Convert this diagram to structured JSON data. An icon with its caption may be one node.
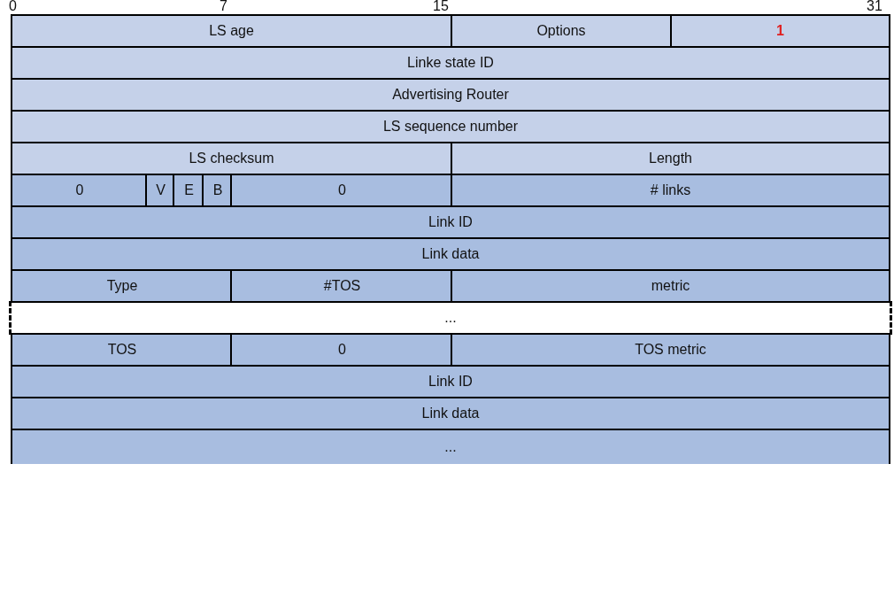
{
  "diagram": {
    "nodes": [
      {
        "text": [
          "LS age"
        ]
      },
      {
        "text": [
          "Options"
        ]
      },
      {
        "text": [
          "1"
        ]
      },
      {
        "text": [
          "Linke state ID"
        ]
      },
      {
        "text": [
          "Advertising Router"
        ]
      },
      {
        "text": [
          "LS sequence number"
        ]
      },
      {
        "text": [
          "LS checksum"
        ]
      },
      {
        "text": [
          "Length"
        ]
      },
      {
        "text": [
          "0"
        ]
      },
      {
        "text": [
          "V"
        ]
      },
      {
        "text": [
          "E"
        ]
      },
      {
        "text": [
          "B"
        ]
      },
      {
        "text": [
          "0"
        ]
      },
      {
        "text": [
          "# links"
        ]
      },
      {
        "text": [
          "Link ID"
        ]
      },
      {
        "text": [
          "Link data"
        ]
      },
      {
        "text": [
          "Type"
        ]
      },
      {
        "text": [
          "#TOS"
        ]
      },
      {
        "text": [
          "metric"
        ]
      },
      {
        "text": [
          "..."
        ]
      },
      {
        "text": [
          "TOS"
        ]
      },
      {
        "text": [
          "0"
        ]
      },
      {
        "text": [
          "TOS metric"
        ]
      },
      {
        "text": [
          "Link ID"
        ]
      },
      {
        "text": [
          "Link data"
        ]
      },
      {
        "text": [
          "..."
        ]
      }
    ],
    "labels": [
      "0",
      "7",
      "15",
      "31"
    ]
  }
}
